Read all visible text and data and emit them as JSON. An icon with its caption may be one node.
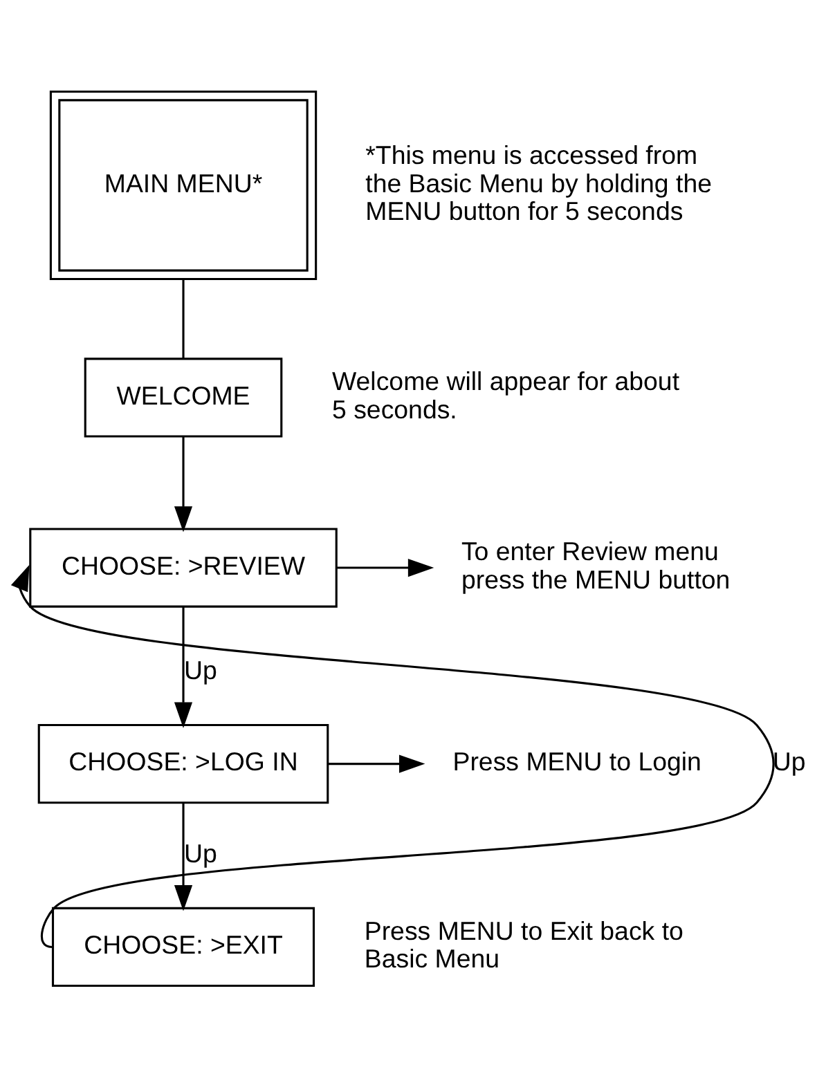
{
  "diagram": {
    "nodes": [
      {
        "text": [
          "MAIN MENU*"
        ],
        "beside": [
          "*This menu is accessed from the Basic Menu by holding the MENU button for 5 seconds"
        ]
      },
      {
        "text": [
          "WELCOME"
        ],
        "beside": [
          "Welcome will appear for about 5 seconds."
        ]
      },
      {
        "text": [
          "CHOOSE: >REVIEW"
        ]
      },
      {
        "text": [
          "To enter Review menu press the MENU button"
        ]
      },
      {
        "text": [
          "CHOOSE: >LOG IN"
        ]
      },
      {
        "text": [
          "Press MENU to Login"
        ]
      },
      {
        "text": [
          "CHOOSE: >EXIT"
        ],
        "beside": [
          "Press MENU to Exit back to Basic Menu"
        ]
      }
    ],
    "edges": [
      {
        "from": 0,
        "to": 1,
        "arrow": "none"
      },
      {
        "from": 1,
        "to": 2,
        "arrow": "to"
      },
      {
        "from": 2,
        "to": 3,
        "arrow": "to"
      },
      {
        "from": 2,
        "to": 4,
        "arrow": "to",
        "label": "Up"
      },
      {
        "from": 4,
        "to": 5,
        "arrow": "to"
      },
      {
        "from": 4,
        "to": 6,
        "arrow": "to",
        "label": "Up"
      },
      {
        "from": 6,
        "to": 2,
        "arrow": "to",
        "label": "Up"
      }
    ]
  }
}
